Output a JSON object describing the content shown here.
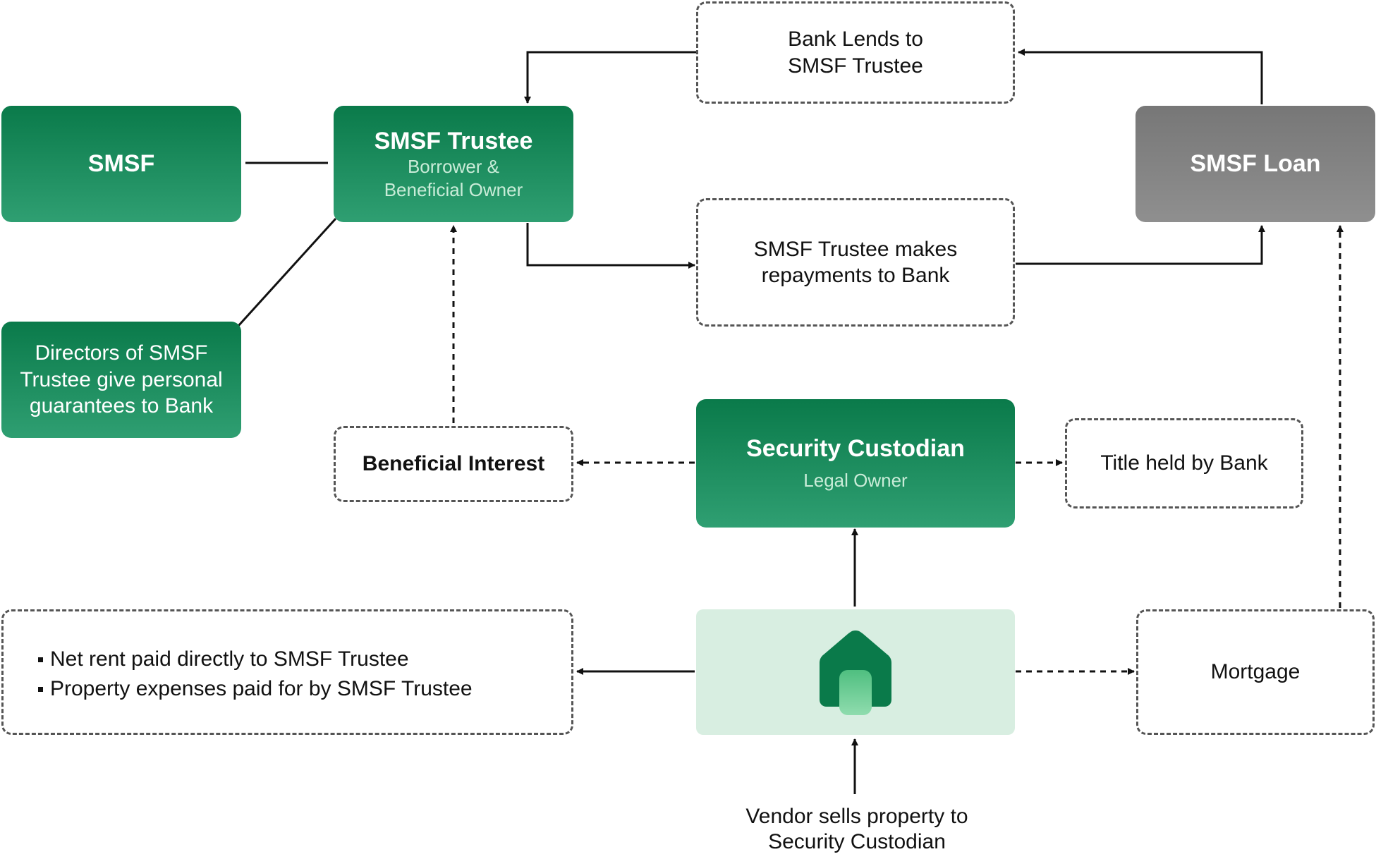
{
  "nodes": {
    "smsf": {
      "title": "SMSF"
    },
    "trustee": {
      "title": "SMSF Trustee",
      "subtitle": "Borrower & Beneficial Owner"
    },
    "directors": {
      "text": "Directors of SMSF Trustee give personal guarantees to Bank"
    },
    "bank_lends": {
      "text": "Bank Lends to SMSF Trustee"
    },
    "repayments": {
      "text": "SMSF Trustee makes repayments to Bank"
    },
    "loan": {
      "title": "SMSF Loan"
    },
    "beneficial_interest": {
      "text": "Beneficial Interest"
    },
    "custodian": {
      "title": "Security Custodian",
      "subtitle": "Legal Owner"
    },
    "title_held": {
      "text": "Title held by Bank"
    },
    "rent": {
      "bullets": [
        "Net rent paid directly to SMSF Trustee",
        "Property expenses paid for by SMSF Trustee"
      ]
    },
    "property": {
      "icon": "house-icon"
    },
    "mortgage": {
      "text": "Mortgage"
    },
    "vendor": {
      "text": "Vendor sells property to Security Custodian"
    }
  },
  "colors": {
    "green_dark": "#0a7a4a",
    "green_light": "#2f9f72",
    "grey": "#808080",
    "pale_green": "#d8eee1",
    "line": "#111111",
    "dash_border": "#555555"
  }
}
